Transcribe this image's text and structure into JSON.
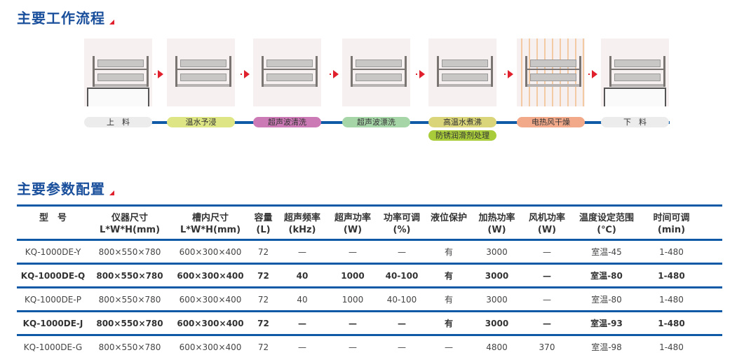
{
  "process": {
    "title": "主要工作流程",
    "steps": [
      {
        "label": "上　料",
        "color": "#ececec",
        "image": "rack-on-stand"
      },
      {
        "label": "温水予浸",
        "color": "#dde585",
        "image": "rack"
      },
      {
        "label": "超声波清洗",
        "color": "#cc7ab5",
        "image": "rack"
      },
      {
        "label": "超声波漂洗",
        "color": "#a6d6a8",
        "image": "rack"
      },
      {
        "label": "高温水煮沸",
        "color": "#dad57a",
        "label2": "防锈润滑剂处理",
        "color2": "#a9cc3a",
        "image": "rack"
      },
      {
        "label": "电热风干燥",
        "color": "#f2a98a",
        "image": "rack-heat-waves"
      },
      {
        "label": "下　料",
        "color": "#ececec",
        "image": "rack-on-stand"
      }
    ]
  },
  "specs": {
    "title": "主要参数配置",
    "headers": [
      [
        "型　号",
        ""
      ],
      [
        "仪器尺寸",
        "L*W*H(mm)"
      ],
      [
        "槽内尺寸",
        "L*W*H(mm)"
      ],
      [
        "容量",
        "(L)"
      ],
      [
        "超声频率",
        "(kHz)"
      ],
      [
        "超声功率",
        "(W)"
      ],
      [
        "功率可调",
        "(%)"
      ],
      [
        "液位保护",
        ""
      ],
      [
        "加热功率",
        "(W)"
      ],
      [
        "风机功率",
        "(W)"
      ],
      [
        "温度设定范围",
        "(℃)"
      ],
      [
        "时间可调",
        "(min)"
      ]
    ],
    "rows": [
      [
        "KQ-1000DE-Y",
        "800×550×780",
        "600×300×400",
        "72",
        "—",
        "—",
        "—",
        "有",
        "3000",
        "—",
        "室温-45",
        "1-480"
      ],
      [
        "KQ-1000DE-Q",
        "800×550×780",
        "600×300×400",
        "72",
        "40",
        "1000",
        "40-100",
        "有",
        "3000",
        "—",
        "室温-80",
        "1-480"
      ],
      [
        "KQ-1000DE-P",
        "800×550×780",
        "600×300×400",
        "72",
        "40",
        "1000",
        "40-100",
        "有",
        "3000",
        "—",
        "室温-80",
        "1-480"
      ],
      [
        "KQ-1000DE-J",
        "800×550×780",
        "600×300×400",
        "72",
        "—",
        "—",
        "—",
        "有",
        "3000",
        "—",
        "室温-93",
        "1-480"
      ],
      [
        "KQ-1000DE-G",
        "800×550×780",
        "600×300×400",
        "72",
        "—",
        "—",
        "—",
        "—",
        "4800",
        "370",
        "室温-98",
        "1-480"
      ]
    ],
    "bold_rows": [
      1,
      3
    ]
  }
}
